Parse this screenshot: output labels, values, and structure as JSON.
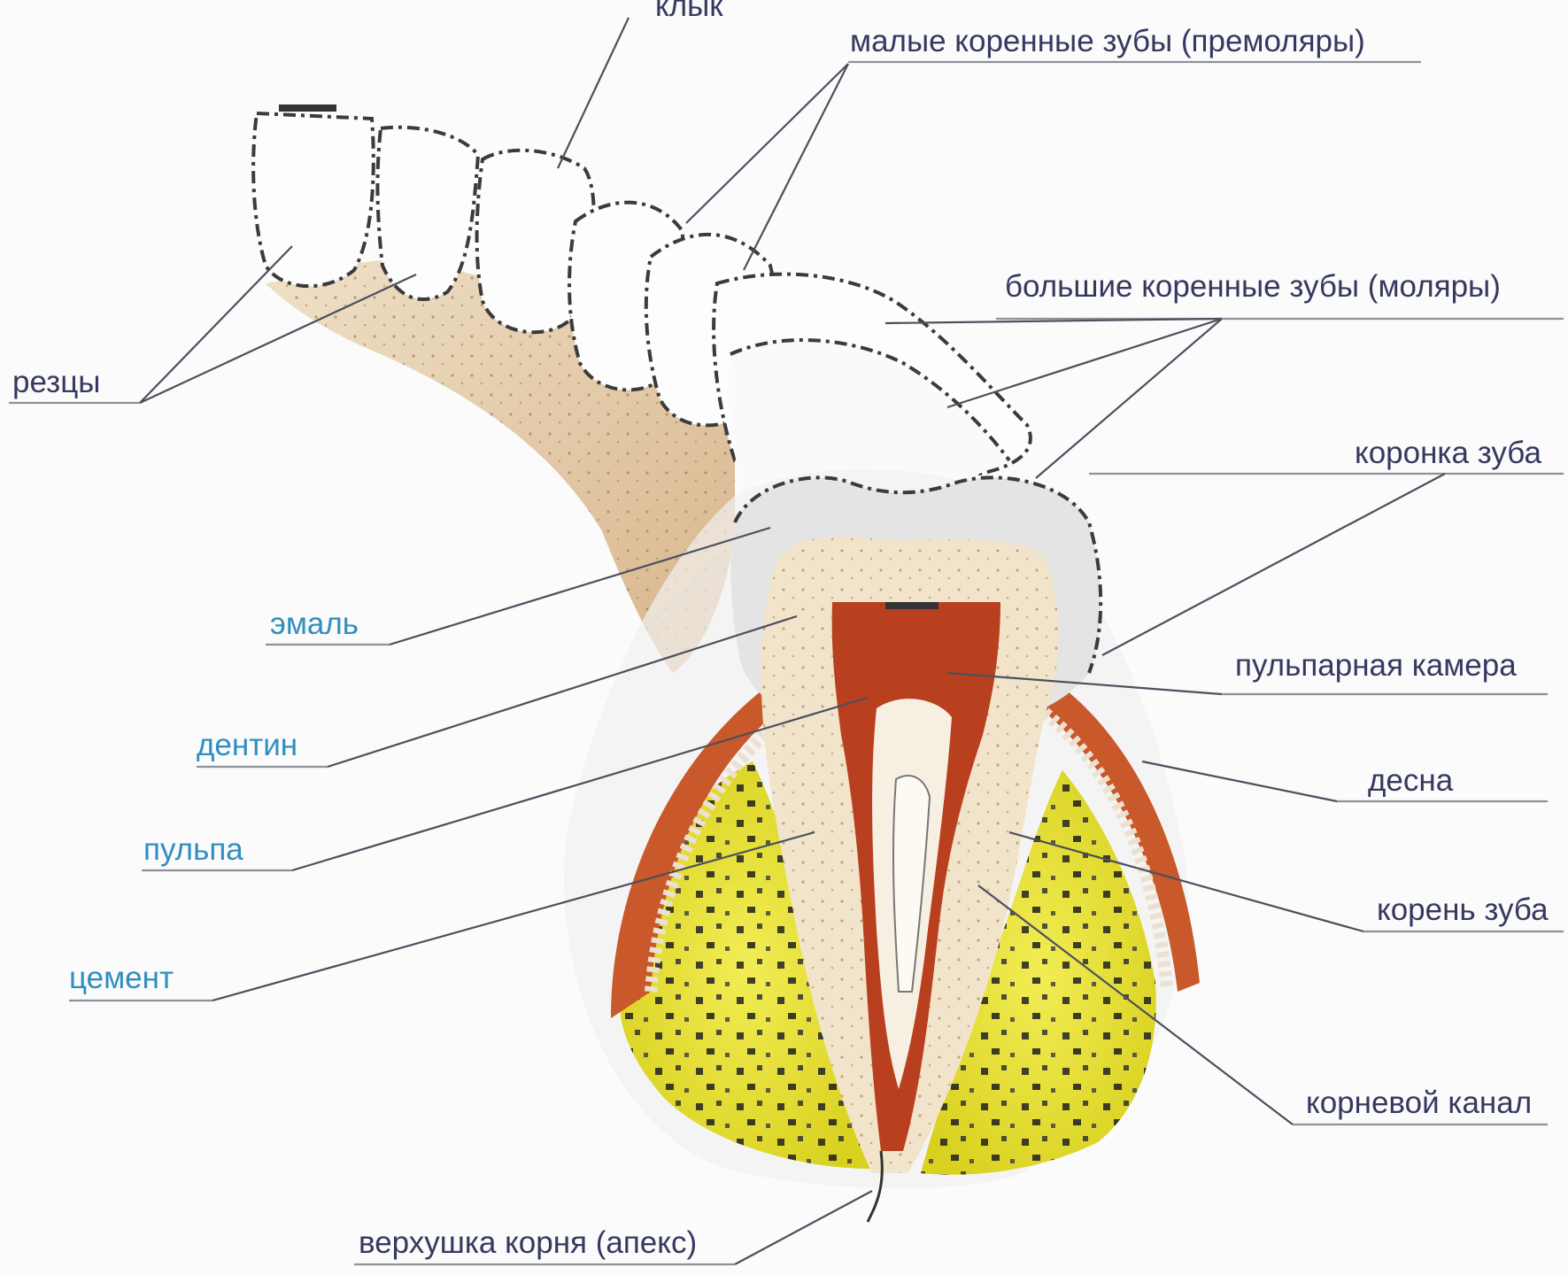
{
  "labels": {
    "canine": "клык",
    "premolars": "малые коренные зубы (премоляры)",
    "molars": "большие коренные зубы (моляры)",
    "incisors": "резцы",
    "crown": "коронка зуба",
    "enamel": "эмаль",
    "pulp_chamber": "пульпарная камера",
    "dentin": "дентин",
    "gum": "десна",
    "pulp": "пульпа",
    "root": "корень зуба",
    "cement": "цемент",
    "root_canal": "корневой канал",
    "apex": "верхушка корня (апекс)"
  },
  "colors": {
    "dark_label": "#35395f",
    "blue_label": "#2f8fc0",
    "bone": "#e8e02a",
    "gum": "#c9582a",
    "pulp": "#b8401f",
    "dentin": "#f1e2c8",
    "enamel": "#e6e6e6",
    "jaw": "#e0c49c"
  }
}
